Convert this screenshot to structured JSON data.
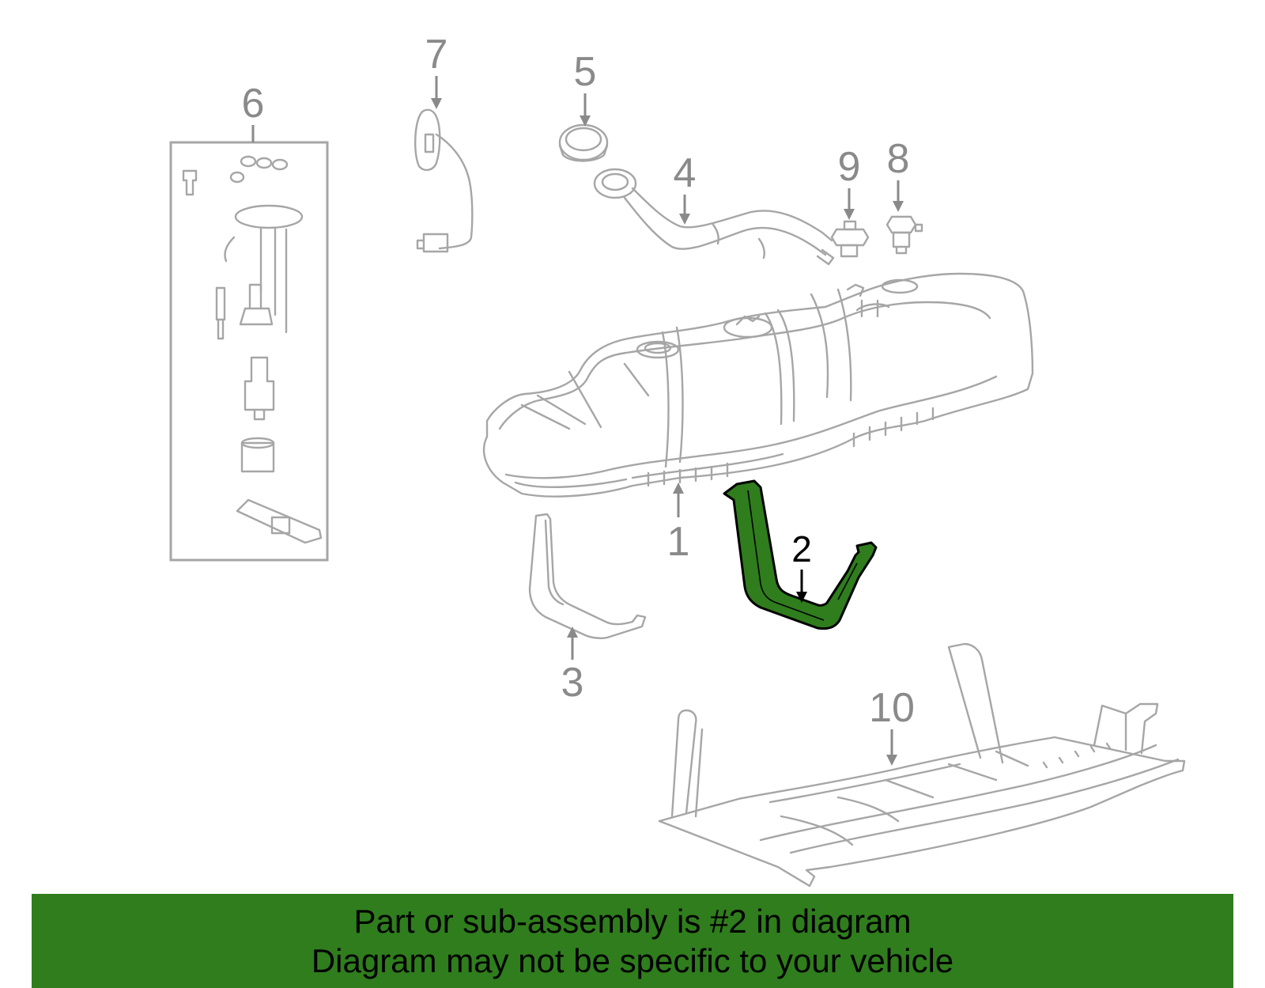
{
  "callouts": [
    {
      "id": "1",
      "label": "1"
    },
    {
      "id": "2",
      "label": "2",
      "highlighted": true
    },
    {
      "id": "3",
      "label": "3"
    },
    {
      "id": "4",
      "label": "4"
    },
    {
      "id": "5",
      "label": "5"
    },
    {
      "id": "6",
      "label": "6"
    },
    {
      "id": "7",
      "label": "7"
    },
    {
      "id": "8",
      "label": "8"
    },
    {
      "id": "9",
      "label": "9"
    },
    {
      "id": "10",
      "label": "10"
    }
  ],
  "banner": {
    "line1": "Part or sub-assembly is #2 in diagram",
    "line2": "Diagram may not be specific to your vehicle"
  },
  "colors": {
    "highlight": "#2f7d1d",
    "part_outline": "#a6a6a6",
    "callout_text": "#8a8a8a"
  }
}
